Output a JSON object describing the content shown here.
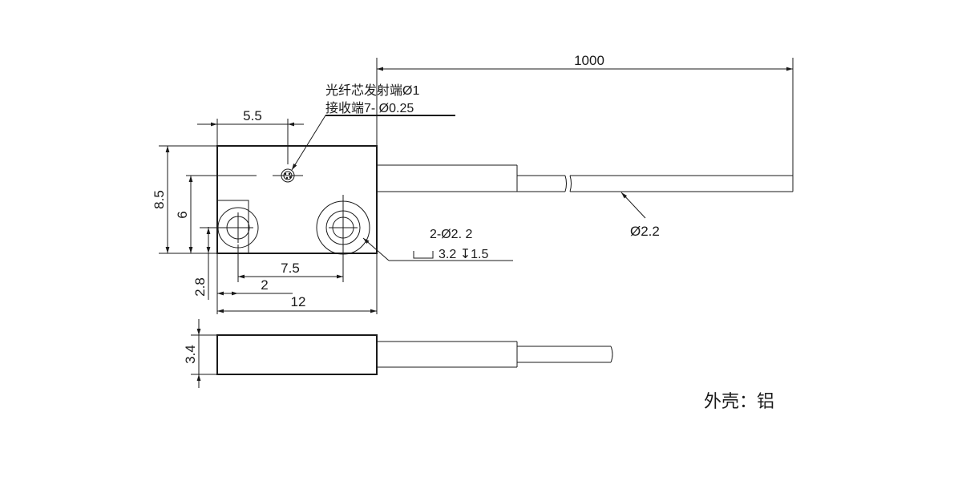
{
  "dimensions": {
    "cable_length": "1000",
    "hole_offset_x": "5.5",
    "height": "8.5",
    "hole_center_height": "6",
    "bottom_height": "2.8",
    "hole_spacing": "7.5",
    "edge_offset": "2",
    "length": "12",
    "thickness": "3.4",
    "cable_diameter": "Ø2.2"
  },
  "notes": {
    "fiber_emitter": "光纤芯发射端Ø1",
    "fiber_receiver": "接收端7- Ø0.25",
    "mount_holes": "2-Ø2. 2",
    "counterbore": "3.2 ↧1.5"
  },
  "material": "外壳：铝",
  "colors": {
    "line": "#1a1a1a",
    "background": "#ffffff"
  }
}
